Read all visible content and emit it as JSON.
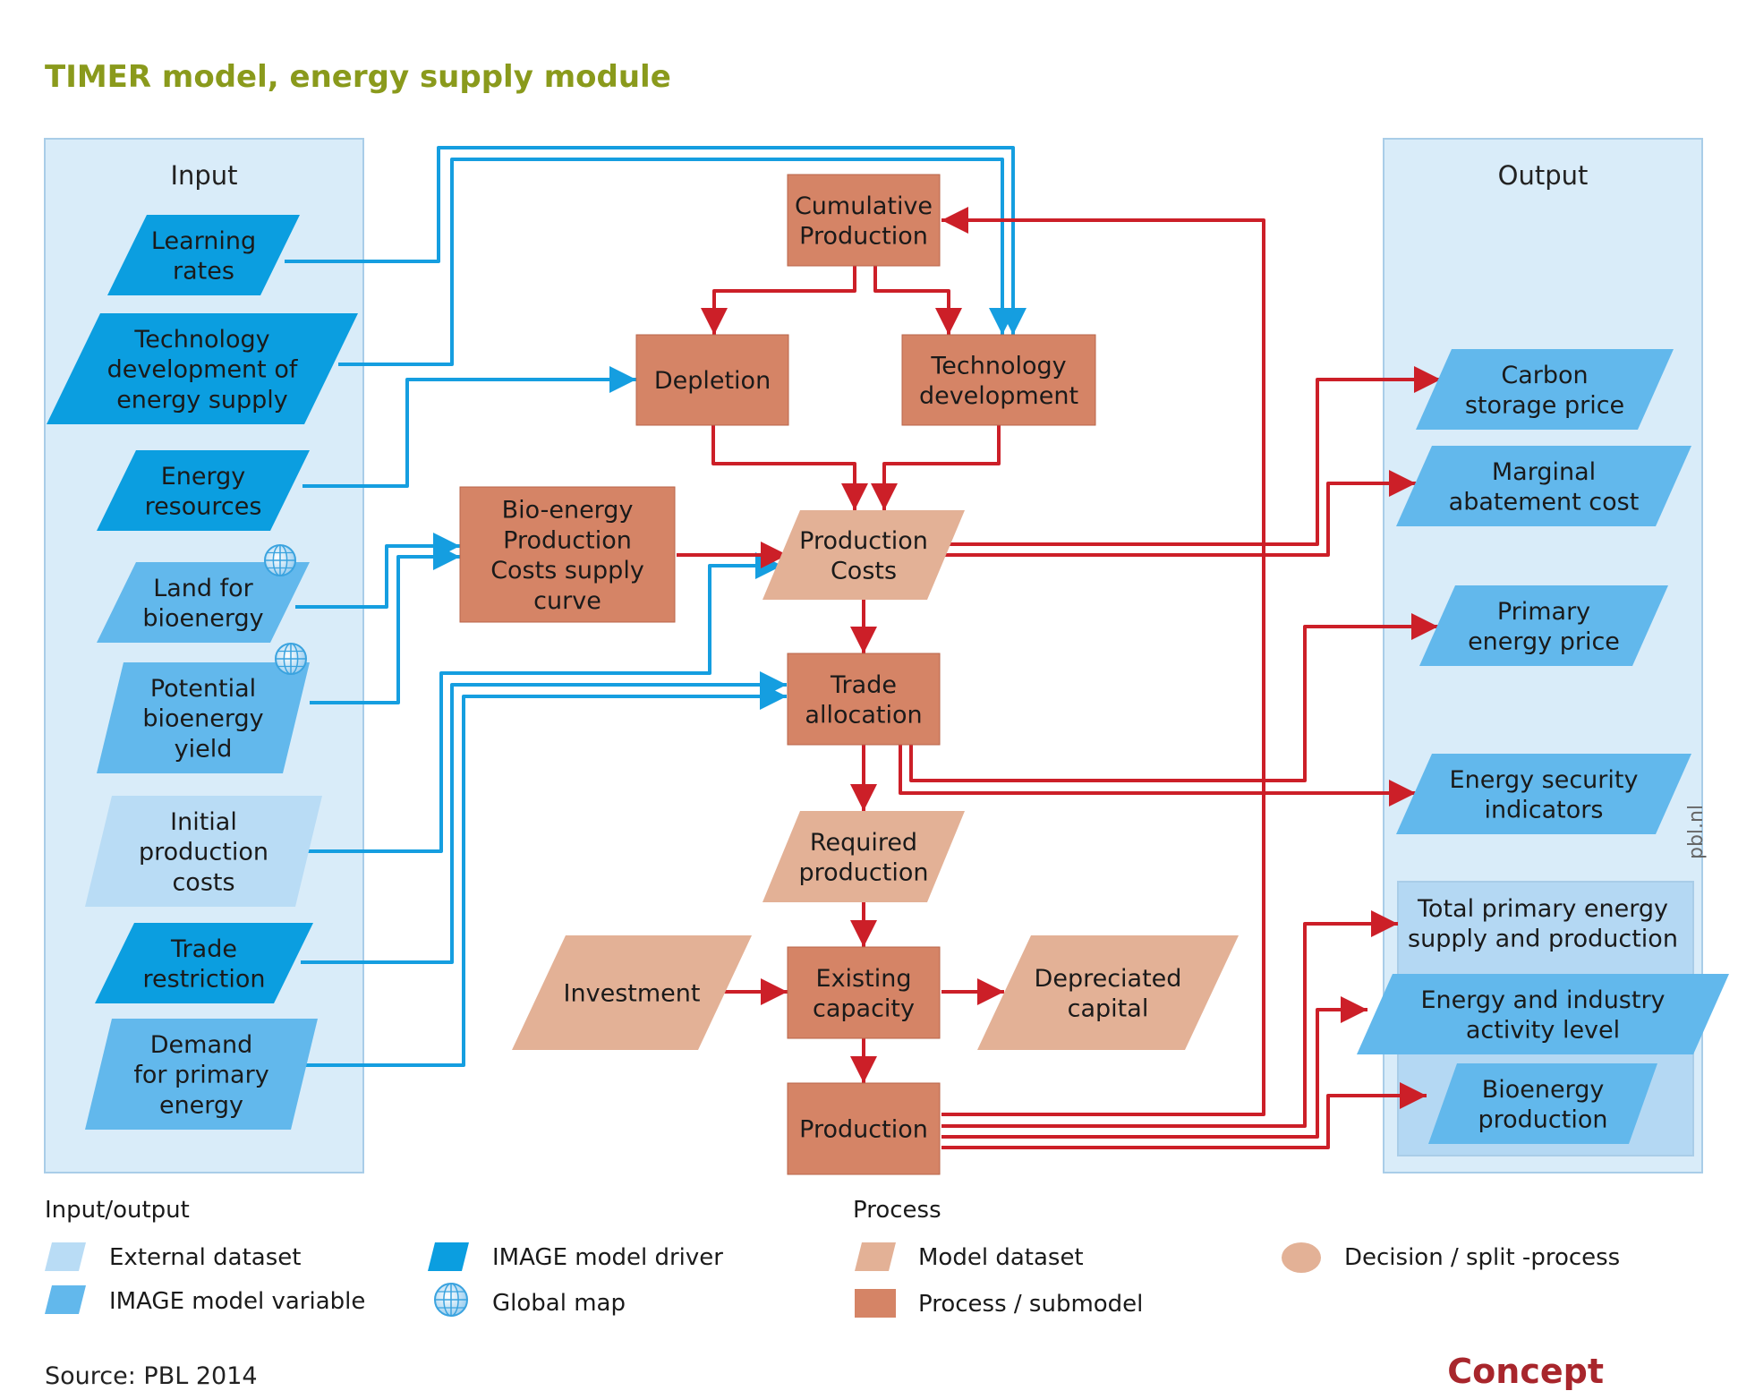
{
  "title": "TIMER model, energy supply module",
  "source": "Source: PBL 2014",
  "concept": "Concept",
  "watermark": "pbl.nl",
  "colors": {
    "external_dataset": "#b9dcf5",
    "model_driver": "#0b9ee0",
    "model_variable": "#62b8ec",
    "model_dataset": "#e3b196",
    "process": "#d58466",
    "panel": "#d9ecf9",
    "arrow_red": "#cc1f28",
    "arrow_blue": "#159ee0",
    "title_green": "#8a9a1c"
  },
  "panels": {
    "input_label": "Input",
    "output_label": "Output"
  },
  "inputs": {
    "learning_rates": [
      "Learning",
      "rates"
    ],
    "tech_dev_supply": [
      "Technology",
      "development of",
      "energy supply"
    ],
    "energy_resources": [
      "Energy",
      "resources"
    ],
    "land_bioenergy": [
      "Land for",
      "bioenergy"
    ],
    "potential_yield": [
      "Potential",
      "bioenergy",
      "yield"
    ],
    "initial_costs": [
      "Initial",
      "production",
      "costs"
    ],
    "trade_restriction": [
      "Trade",
      "restriction"
    ],
    "demand_primary": [
      "Demand",
      "for primary",
      "energy"
    ]
  },
  "processes": {
    "cumulative_production": [
      "Cumulative",
      "Production"
    ],
    "depletion": [
      "Depletion"
    ],
    "technology_development": [
      "Technology",
      "development"
    ],
    "bioenergy_curve": [
      "Bio-energy",
      "Production",
      "Costs supply",
      "curve"
    ],
    "production_costs": [
      "Production",
      "Costs"
    ],
    "trade_allocation": [
      "Trade",
      "allocation"
    ],
    "required_production": [
      "Required",
      "production"
    ],
    "investment": [
      "Investment"
    ],
    "existing_capacity": [
      "Existing",
      "capacity"
    ],
    "depreciated_capital": [
      "Depreciated",
      "capital"
    ],
    "production": [
      "Production"
    ]
  },
  "outputs": {
    "carbon_storage": [
      "Carbon",
      "storage price"
    ],
    "marginal_abatement": [
      "Marginal",
      "abatement cost"
    ],
    "primary_price": [
      "Primary",
      "energy price"
    ],
    "security": [
      "Energy security",
      "indicators"
    ],
    "total_supply": [
      "Total primary energy",
      "supply and production"
    ],
    "activity_level": [
      "Energy and industry",
      "activity level"
    ],
    "bioenergy_production": [
      "Bioenergy",
      "production"
    ]
  },
  "legend": {
    "io_heading": "Input/output",
    "process_heading": "Process",
    "external_dataset": "External dataset",
    "model_variable": "IMAGE model variable",
    "model_driver": "IMAGE model driver",
    "global_map": "Global map",
    "model_dataset": "Model dataset",
    "process_submodel": "Process / submodel",
    "decision": "Decision / split -process"
  }
}
